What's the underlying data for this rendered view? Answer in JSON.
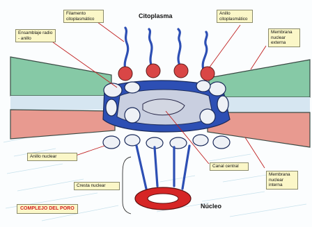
{
  "labels": {
    "filamento": "Filamento citoplasmático",
    "citoplasma": "Citoplasma",
    "anillo_citoplasmatico": "Anillo citoplasmático",
    "ensamblaje": "Ensamblaje radio - anillo",
    "membrana_externa": "Membrana nuclear externa",
    "anillo_nuclear": "Anillo nuclear",
    "canal_central": "Canal central",
    "membrana_interna": "Membrana nuclear interna",
    "cresta_nuclear": "Cresta nuclear",
    "nucleo": "Núcleo",
    "titulo": "COMPLEJO DEL PORO"
  },
  "colors": {
    "outer_membrane": "#86c9a6",
    "inner_membrane": "#e89a90",
    "membrane_lumen": "#cfe0ee",
    "pore_blue": "#2d4fb4",
    "cyto_ring": "#d94646",
    "basket_ring": "#d62525",
    "pointer_line": "#c02020",
    "title_text": "#d52020"
  }
}
